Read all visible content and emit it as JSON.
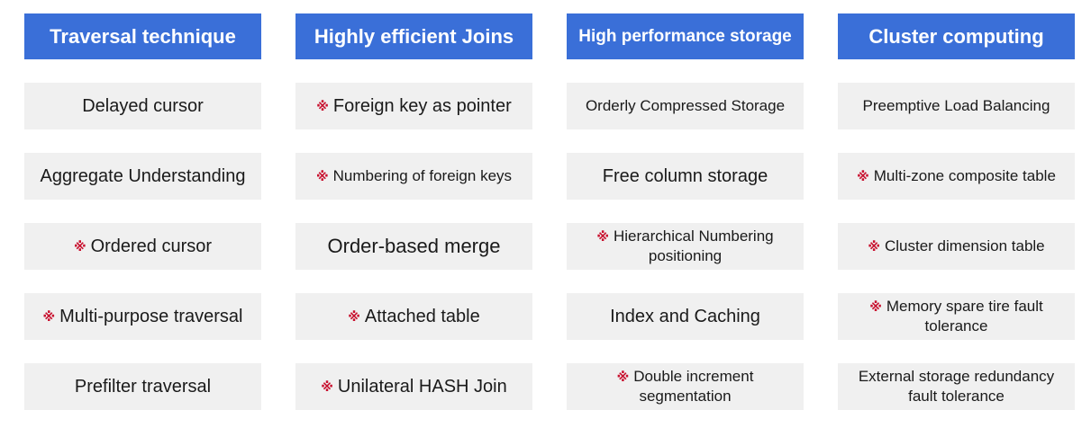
{
  "colors": {
    "header_bg": "#3a6fd8",
    "cell_bg": "#f0f0f0",
    "marker": "#c8102e"
  },
  "columns": [
    {
      "header": "Traversal technique",
      "cells": [
        {
          "text": "Delayed cursor",
          "marked": false
        },
        {
          "text": "Aggregate Understanding",
          "marked": false
        },
        {
          "text": "Ordered cursor",
          "marked": true
        },
        {
          "text": "Multi-purpose traversal",
          "marked": true
        },
        {
          "text": "Prefilter traversal",
          "marked": false
        }
      ]
    },
    {
      "header": "Highly efficient Joins",
      "cells": [
        {
          "text": "Foreign key as pointer",
          "marked": true
        },
        {
          "text": "Numbering of foreign keys",
          "marked": true
        },
        {
          "text": "Order-based merge",
          "marked": false
        },
        {
          "text": "Attached table",
          "marked": true
        },
        {
          "text": "Unilateral HASH Join",
          "marked": true
        }
      ]
    },
    {
      "header": "High performance storage",
      "cells": [
        {
          "text": "Orderly Compressed Storage",
          "marked": false
        },
        {
          "text": "Free column storage",
          "marked": false
        },
        {
          "text": "Hierarchical Numbering positioning",
          "marked": true
        },
        {
          "text": "Index and Caching",
          "marked": false
        },
        {
          "text": "Double increment segmentation",
          "marked": true
        }
      ]
    },
    {
      "header": "Cluster computing",
      "cells": [
        {
          "text": "Preemptive Load Balancing",
          "marked": false
        },
        {
          "text": "Multi-zone composite table",
          "marked": true
        },
        {
          "text": "Cluster dimension table",
          "marked": true
        },
        {
          "text": "Memory spare tire fault tolerance",
          "marked": true
        },
        {
          "text": "External storage redundancy fault tolerance",
          "marked": false
        }
      ]
    }
  ],
  "marker_symbol": "※"
}
